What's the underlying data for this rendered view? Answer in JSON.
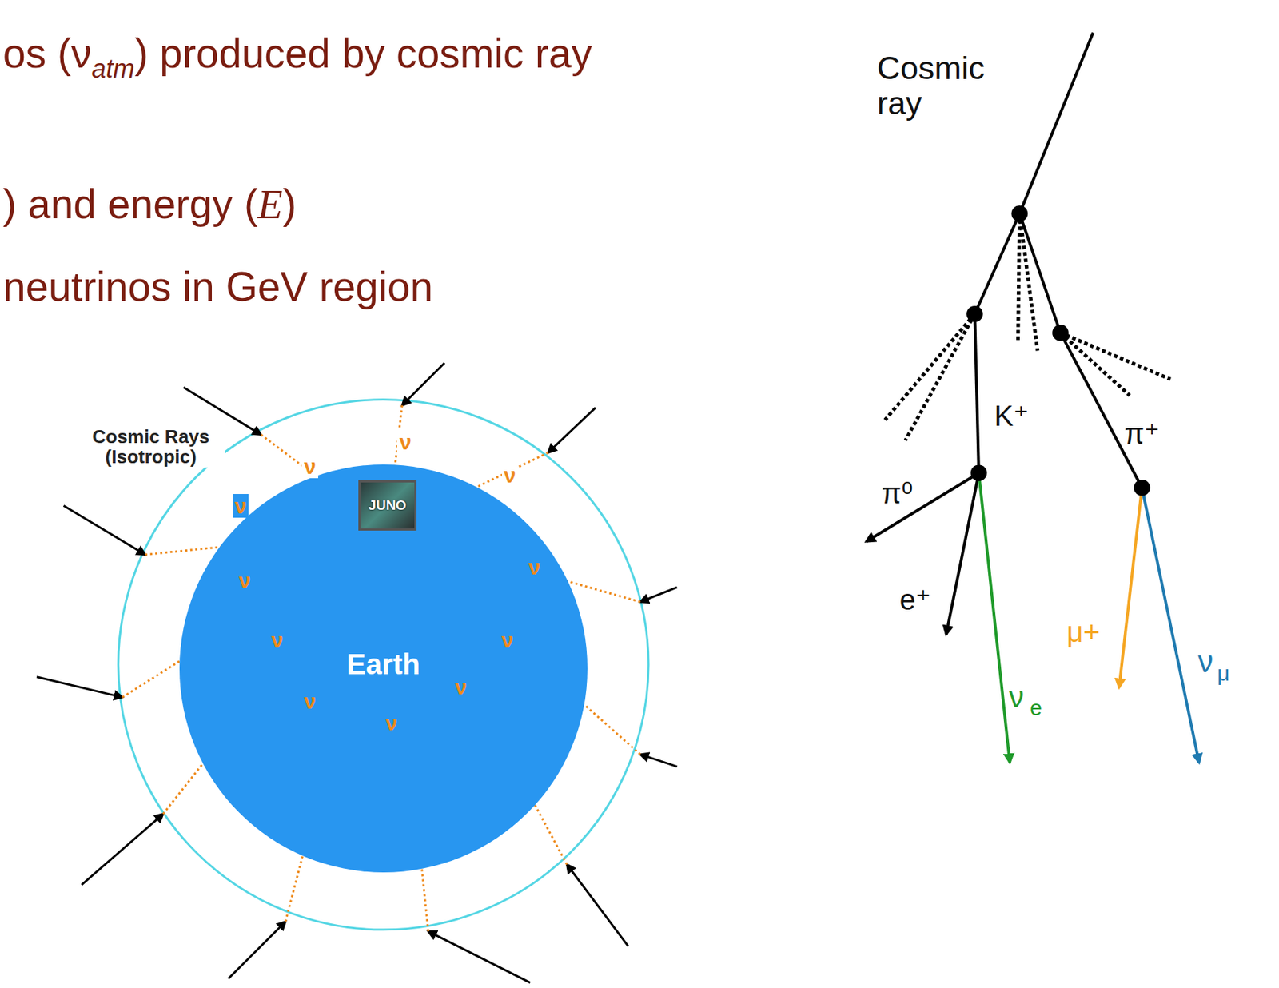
{
  "diagram": {
    "nodes": [
      {
        "text": [
          "Earth"
        ]
      },
      {
        "text": [
          "JUNO"
        ]
      }
    ],
    "labels": [
      "os (ν",
      "atm",
      ") produced by cosmic ray",
      ") and energy (",
      "E",
      ")",
      "neutrinos in GeV region",
      "Cosmic Rays (Isotropic)",
      "ν",
      "ν",
      "ν",
      "ν",
      "ν",
      "ν",
      "ν",
      "ν",
      "ν",
      "ν",
      "ν",
      "Cosmic ray",
      "K⁺",
      "π⁺",
      "π⁰",
      "e⁺",
      "ν",
      "e",
      "μ+",
      "ν",
      "μ"
    ]
  }
}
